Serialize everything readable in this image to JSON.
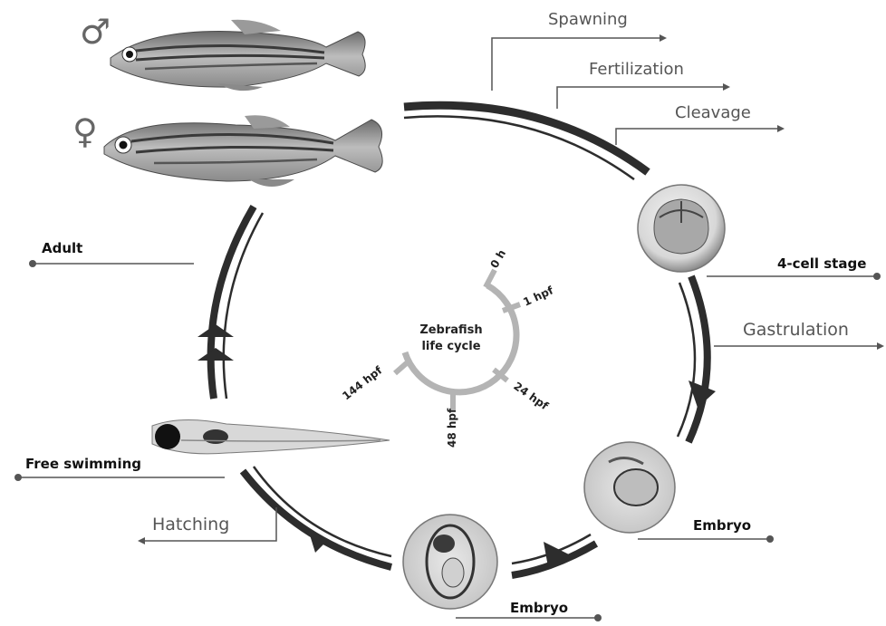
{
  "diagram": {
    "center_title": [
      "Zebrafish",
      "life cycle"
    ],
    "clock_labels": [
      "0 h",
      "1 hpf",
      "24 hpf",
      "48 hpf",
      "144 hpf"
    ],
    "stages": {
      "spawning": "Spawning",
      "fertilization": "Fertilization",
      "cleavage": "Cleavage",
      "four_cell": "4-cell stage",
      "gastrulation": "Gastrulation",
      "embryo_right": "Embryo",
      "embryo_bottom": "Embryo",
      "hatching": "Hatching",
      "free_swimming": "Free swimming",
      "adult": "Adult"
    },
    "sex_symbols": {
      "male": "♂",
      "female": "♀"
    }
  },
  "colors": {
    "arc": "#2d2d2d",
    "leader": "#555555",
    "clock": "#b4b4b4"
  },
  "icons": [
    "male-fish-image",
    "female-fish-image",
    "egg-4-cell-image",
    "embryo-image",
    "embryo-late-image",
    "larva-image",
    "arrow-head-icon",
    "circle-end-icon"
  ]
}
